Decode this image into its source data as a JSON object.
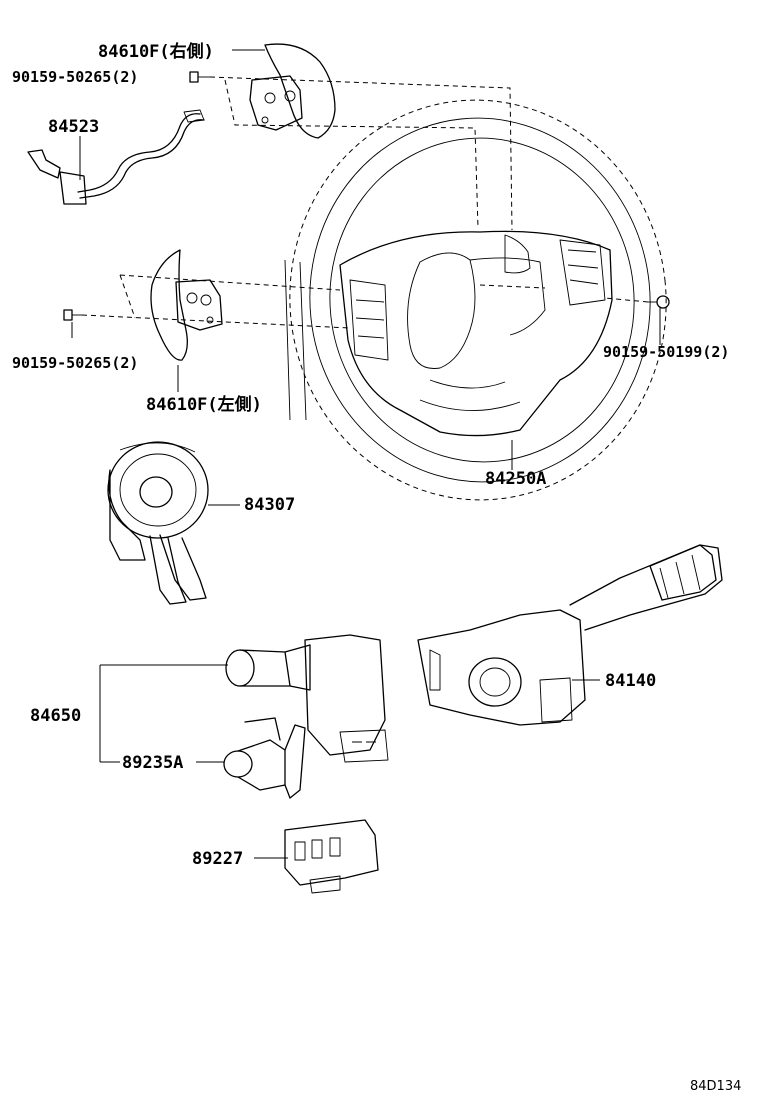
{
  "diagram": {
    "labels": {
      "paddle_right": "84610F(右側)",
      "screw_top": "90159-50265(2)",
      "wire": "84523",
      "screw_left": "90159-50265(2)",
      "paddle_left": "84610F(左側)",
      "screw_right": "90159-50199(2)",
      "wheel": "84250A",
      "spiral_cable": "84307",
      "combo_switch": "84140",
      "switch_assy": "84650",
      "light_switch": "89235A",
      "module": "89227"
    },
    "figure_code": "84D134"
  }
}
